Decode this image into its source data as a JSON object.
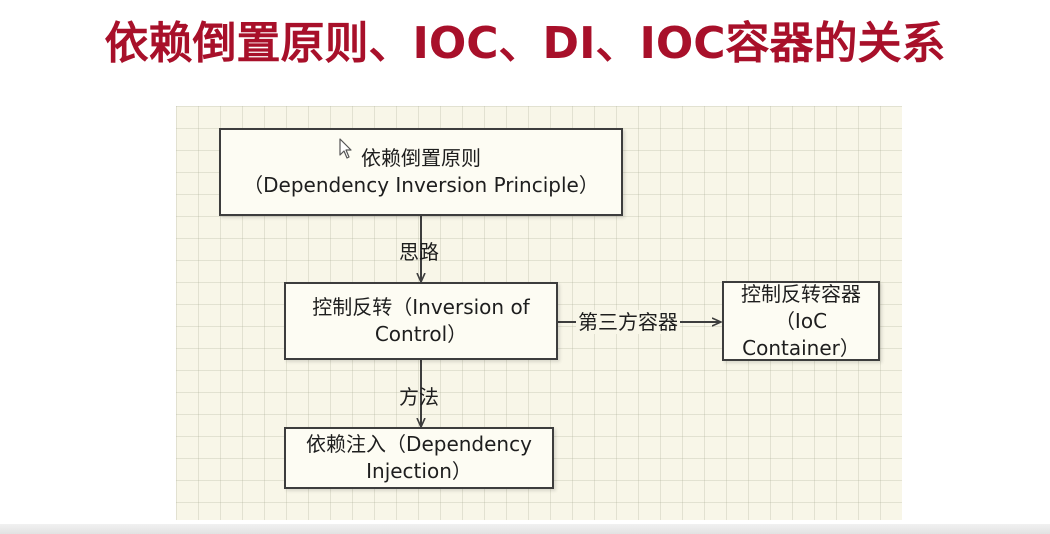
{
  "slide": {
    "title": "依赖倒置原则、IOC、DI、IOC容器的关系"
  },
  "diagram": {
    "nodes": {
      "dip": {
        "line1": "依赖倒置原则",
        "line2": "（Dependency Inversion Principle）"
      },
      "ioc": {
        "line1": "控制反转（Inversion of",
        "line2": "Control）"
      },
      "di": {
        "line1": "依赖注入（Dependency",
        "line2": "Injection）"
      },
      "ioc_container": {
        "line1": "控制反转容器",
        "line2": "（IoC",
        "line3": "Container）"
      }
    },
    "edges": {
      "dip_to_ioc": "思路",
      "ioc_to_di": "方法",
      "ioc_to_container": "第三方容器"
    }
  },
  "colors": {
    "title": "#a8102a",
    "canvas_background": "#f8f6e8",
    "grid_line": "#d9d7c8",
    "box_border": "#3d3d3d",
    "text": "#1e1e1e"
  },
  "icons": {
    "pointer": "mouse-pointer-icon"
  }
}
